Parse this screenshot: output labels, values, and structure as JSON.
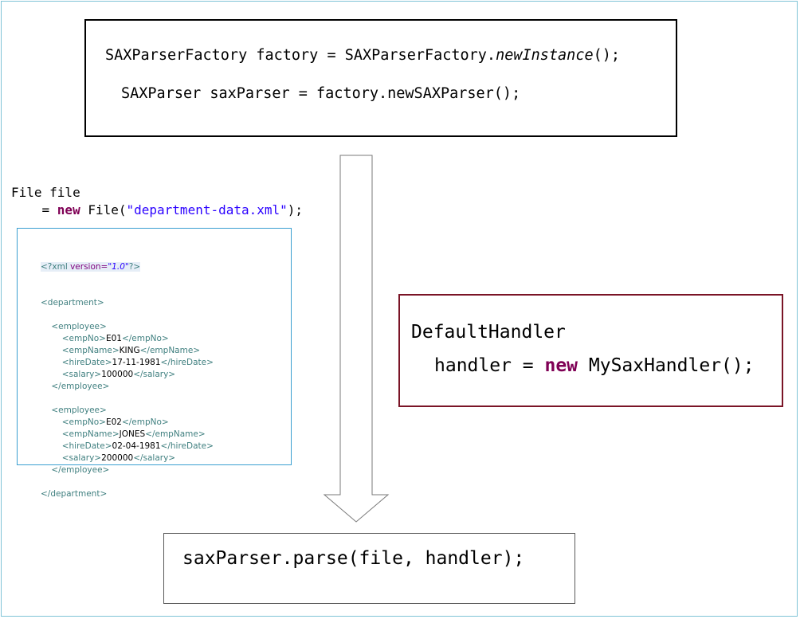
{
  "factory_box": {
    "line1": {
      "type": "SAXParserFactory factory = SAXParserFactory.",
      "method": "newInstance",
      "end": "();"
    },
    "line2": "SAXParser saxParser = factory.newSAXParser();"
  },
  "file_code": {
    "line1": "File file",
    "line2_prefix": "    = ",
    "keyword_new": "new",
    "line2_class": " File(",
    "string": "\"department-data.xml\"",
    "line2_end": ");"
  },
  "xml": {
    "decl_open": "<?xml ",
    "decl_attr": "version=",
    "decl_value": "\"1.0\"",
    "decl_close": "?>",
    "lines": [
      {
        "indent": "",
        "open": "<department>",
        "text": "",
        "close": ""
      },
      {
        "indent": "",
        "open": "",
        "text": "",
        "close": ""
      },
      {
        "indent": "    ",
        "open": "<employee>",
        "text": "",
        "close": ""
      },
      {
        "indent": "        ",
        "open": "<empNo>",
        "text": "E01",
        "close": "</empNo>"
      },
      {
        "indent": "        ",
        "open": "<empName>",
        "text": "KING",
        "close": "</empName>"
      },
      {
        "indent": "        ",
        "open": "<hireDate>",
        "text": "17-11-1981",
        "close": "</hireDate>"
      },
      {
        "indent": "        ",
        "open": "<salary>",
        "text": "100000",
        "close": "</salary>"
      },
      {
        "indent": "    ",
        "open": "</employee>",
        "text": "",
        "close": ""
      },
      {
        "indent": "",
        "open": "",
        "text": "",
        "close": ""
      },
      {
        "indent": "    ",
        "open": "<employee>",
        "text": "",
        "close": ""
      },
      {
        "indent": "        ",
        "open": "<empNo>",
        "text": "E02",
        "close": "</empNo>"
      },
      {
        "indent": "        ",
        "open": "<empName>",
        "text": "JONES",
        "close": "</empName>"
      },
      {
        "indent": "        ",
        "open": "<hireDate>",
        "text": "02-04-1981",
        "close": "</hireDate>"
      },
      {
        "indent": "        ",
        "open": "<salary>",
        "text": "200000",
        "close": "</salary>"
      },
      {
        "indent": "    ",
        "open": "</employee>",
        "text": "",
        "close": ""
      },
      {
        "indent": "",
        "open": "",
        "text": "",
        "close": ""
      },
      {
        "indent": "",
        "open": "</department>",
        "text": "",
        "close": ""
      }
    ]
  },
  "handler_box": {
    "line1": "DefaultHandler",
    "line2_prefix": "handler = ",
    "keyword_new": "new",
    "line2_rest": " MySaxHandler();"
  },
  "parse_box": {
    "line1": "saxParser.parse(file, handler);"
  },
  "colors": {
    "keyword": "#7f0055",
    "string": "#2a00ff",
    "xml_tag": "#3f7f7f",
    "handler_border": "#7a1426",
    "xml_border": "#3a9fd1"
  }
}
